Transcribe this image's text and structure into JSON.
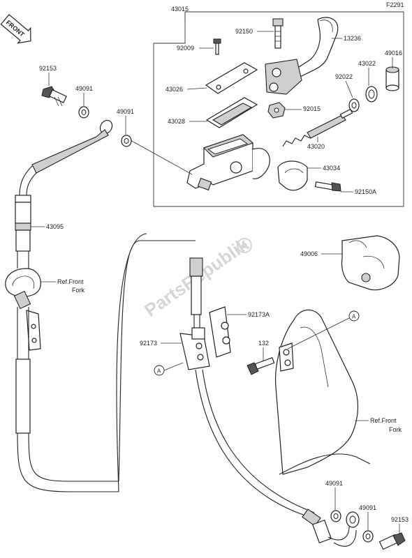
{
  "diagram_id": "F2291",
  "front_badge": "FRONT",
  "watermark": "PartsRepublik",
  "part_labels": {
    "p43015": "43015",
    "p92150": "92150",
    "p13236": "13236",
    "p92009": "92009",
    "p43022": "43022",
    "p49016": "49016",
    "p92153_top": "92153",
    "p49091_top": "49091",
    "p43026": "43026",
    "p92022": "92022",
    "p49091_mid": "49091",
    "p43028": "43028",
    "p92015": "92015",
    "p43020": "43020",
    "p43034": "43034",
    "p92150A": "92150A",
    "p43095": "43095",
    "p49006": "49006",
    "ref_fork_left_1": "Ref.Front",
    "ref_fork_left_2": "Fork",
    "p92173A": "92173A",
    "p92173": "92173",
    "p132": "132",
    "ref_fork_right_1": "Ref.Front",
    "ref_fork_right_2": "Fork",
    "p49091_bot1": "49091",
    "p49091_bot2": "49091",
    "p92153_bot": "92153",
    "callout_a1": "A",
    "callout_a2": "A"
  },
  "colors": {
    "ink": "#222222",
    "watermark": "#d6d6d6",
    "fill": "#cfcfcf"
  }
}
